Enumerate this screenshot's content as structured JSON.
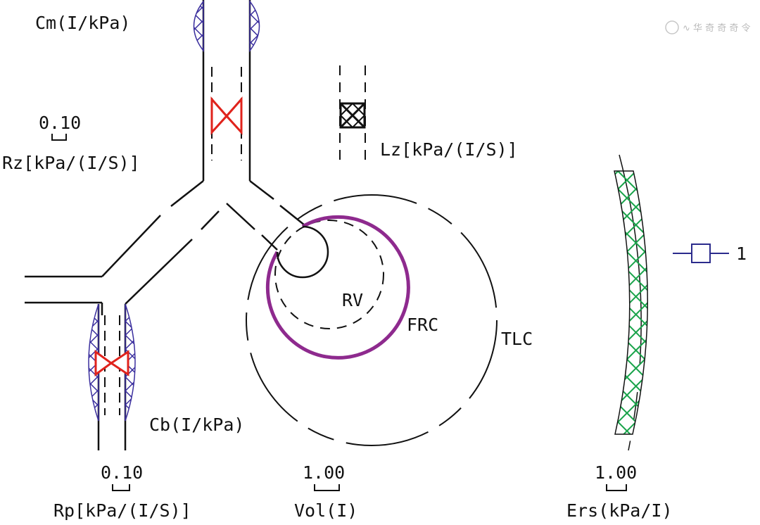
{
  "labels": {
    "cm": "Cm(I/kPa)",
    "rz": "Rz[kPa/(I/S)]",
    "lz": "Lz[kPa/(I/S)]",
    "cb": "Cb(I/kPa)",
    "rp": "Rp[kPa/(I/S)]",
    "vol": "Vol(I)",
    "ers": "Ers(kPa/I)",
    "rv": "RV",
    "frc": "FRC",
    "tlc": "TLC"
  },
  "scales": {
    "rz": "0.10",
    "rp": "0.10",
    "vol": "1.00",
    "ers": "1.00"
  },
  "legend": {
    "label": "1",
    "color": "#2b2b8c"
  },
  "watermark": "∿ 华 奇 奇 奇 令",
  "colors": {
    "airway": "#111111",
    "capacitance_hatch": "#3b2f9e",
    "resistance_red": "#e0231c",
    "frc_circle": "#8e2a8e",
    "ers_fill": "#19a34a",
    "ers_stroke": "#111111"
  }
}
